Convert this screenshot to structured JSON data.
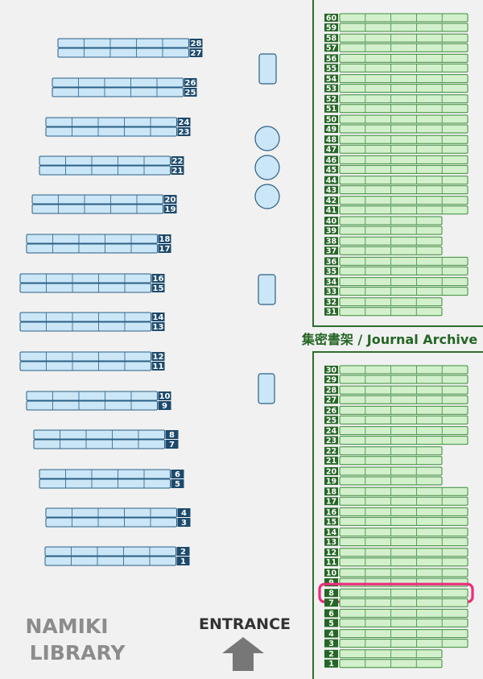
{
  "library": {
    "name_line1": "NAMIKI",
    "name_line2": "LIBRARY"
  },
  "entrance": {
    "label": "ENTRANCE"
  },
  "archive_label": "集密書架 / Journal Archive",
  "general_stacks": [
    {
      "top": "28",
      "bottom": "27"
    },
    {
      "top": "26",
      "bottom": "25"
    },
    {
      "top": "24",
      "bottom": "23"
    },
    {
      "top": "22",
      "bottom": "21"
    },
    {
      "top": "20",
      "bottom": "19"
    },
    {
      "top": "18",
      "bottom": "17"
    },
    {
      "top": "16",
      "bottom": "15"
    },
    {
      "top": "14",
      "bottom": "13"
    },
    {
      "top": "12",
      "bottom": "11"
    },
    {
      "top": "10",
      "bottom": "9"
    },
    {
      "top": "8",
      "bottom": "7"
    },
    {
      "top": "6",
      "bottom": "5"
    },
    {
      "top": "4",
      "bottom": "3"
    },
    {
      "top": "2",
      "bottom": "1"
    }
  ],
  "archive_upper": [
    "60",
    "59",
    "58",
    "57",
    "56",
    "55",
    "54",
    "53",
    "52",
    "51",
    "50",
    "49",
    "48",
    "47",
    "46",
    "45",
    "44",
    "43",
    "42",
    "41",
    "40",
    "39",
    "38",
    "37",
    "36",
    "35",
    "34",
    "33",
    "32",
    "31"
  ],
  "archive_lower": [
    "30",
    "29",
    "28",
    "27",
    "26",
    "25",
    "24",
    "23",
    "22",
    "21",
    "20",
    "19",
    "18",
    "17",
    "16",
    "15",
    "14",
    "13",
    "12",
    "11",
    "10",
    "9",
    "8",
    "7",
    "6",
    "5",
    "4",
    "3",
    "2",
    "1"
  ],
  "highlighted_shelf": "8",
  "colors": {
    "background": "#f1f1f1",
    "general_shelf_fill": "#cbe6f6",
    "general_shelf_stroke": "#2a5f86",
    "general_label_bg": "#1c4a6c",
    "archive_shelf_fill": "#d3f0cc",
    "archive_shelf_stroke": "#3b8a3b",
    "archive_label_bg": "#246624",
    "archive_wall": "#2f6f2f",
    "highlight": "#ee2a7b",
    "library_name": "#8c8c8c",
    "entrance_text": "#333333",
    "arrow": "#777777"
  }
}
